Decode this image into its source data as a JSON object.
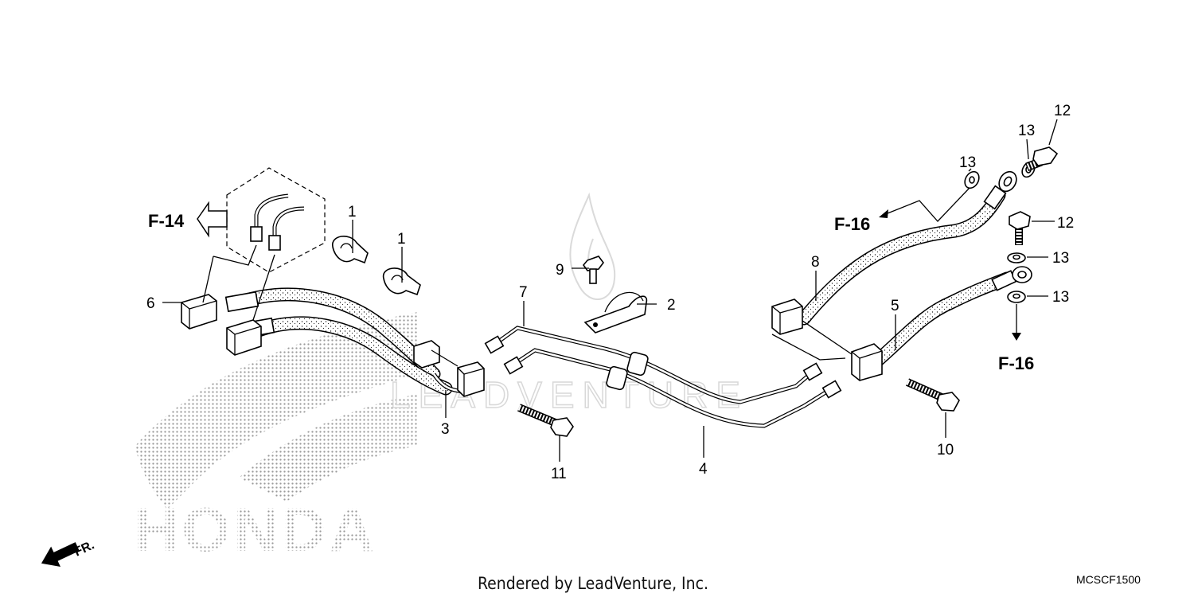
{
  "callouts": [
    {
      "id": "c1a",
      "text": "1"
    },
    {
      "id": "c1b",
      "text": "1"
    },
    {
      "id": "c2",
      "text": "2"
    },
    {
      "id": "c3",
      "text": "3"
    },
    {
      "id": "c4",
      "text": "4"
    },
    {
      "id": "c5",
      "text": "5"
    },
    {
      "id": "c6",
      "text": "6"
    },
    {
      "id": "c7",
      "text": "7"
    },
    {
      "id": "c8",
      "text": "8"
    },
    {
      "id": "c9",
      "text": "9"
    },
    {
      "id": "c10",
      "text": "10"
    },
    {
      "id": "c11",
      "text": "11"
    },
    {
      "id": "c12a",
      "text": "12"
    },
    {
      "id": "c12b",
      "text": "12"
    },
    {
      "id": "c13a",
      "text": "13"
    },
    {
      "id": "c13b",
      "text": "13"
    },
    {
      "id": "c13c",
      "text": "13"
    },
    {
      "id": "c13d",
      "text": "13"
    }
  ],
  "references": {
    "f14": "F-14",
    "f16_upper": "F-16",
    "f16_lower": "F-16"
  },
  "direction_label": "FR.",
  "watermark": {
    "brand": "LEADVENTURE",
    "logo_text": "HONDA"
  },
  "footer": {
    "credit": "Rendered by LeadVenture, Inc.",
    "diagram_code": "MCSCF1500"
  }
}
